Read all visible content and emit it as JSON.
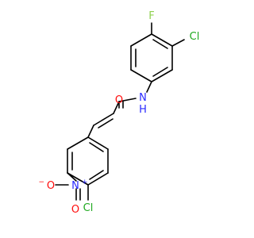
{
  "molecule": {
    "atoms": {
      "f": "F",
      "cl_top": "Cl",
      "n_amide": "N",
      "h_amide": "H",
      "o_carbonyl": "O",
      "n_nitro": "N",
      "o_nitro_top": "O",
      "o_nitro_left": "O",
      "cl_bottom": "Cl"
    },
    "charges": {
      "n_nitro_plus": "+",
      "o_nitro_minus": "−"
    },
    "colors": {
      "bond": "#000000",
      "fluorine": "#8fd14f",
      "chlorine": "#1fa91f",
      "nitrogen": "#2a2aff",
      "oxygen": "#ff0d0d"
    }
  }
}
